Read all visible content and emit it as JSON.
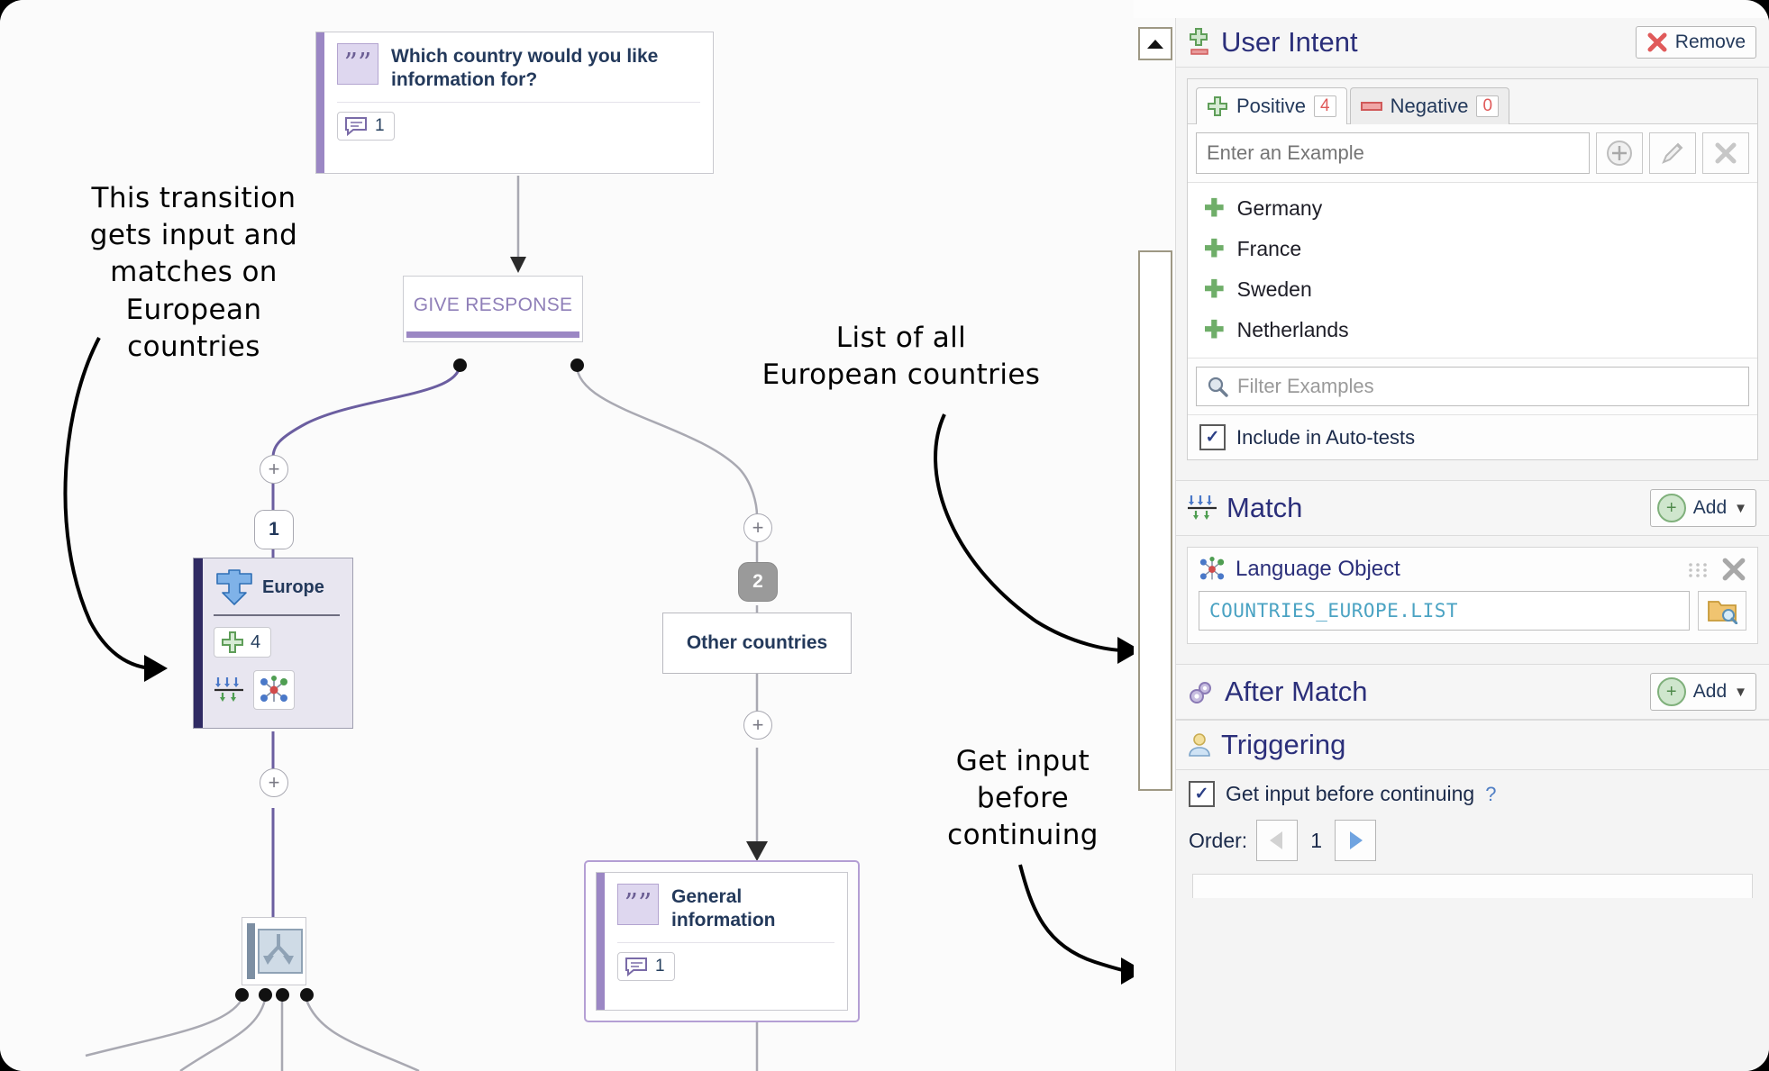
{
  "canvas": {
    "prompt_node": {
      "title": "Which country would you like information for?",
      "icon": "quote-icon",
      "badge_icon": "speech-bubble-icon",
      "badge_count": "1"
    },
    "give_response_node": {
      "label": "GIVE RESPONSE"
    },
    "europe_node": {
      "label": "Europe",
      "icon": "input-arrow-icon",
      "plus_count": "4",
      "match_icon": "match-icon",
      "language_object_icon": "language-object-icon"
    },
    "other_countries_node": {
      "label": "Other countries"
    },
    "general_information_node": {
      "title": "General information",
      "icon": "quote-icon",
      "badge_icon": "speech-bubble-icon",
      "badge_count": "1"
    },
    "split_node": {
      "icon": "split-branch-icon"
    },
    "transition_numbers": {
      "first": "1",
      "second": "2"
    },
    "plus_knobs": [
      "+",
      "+",
      "+",
      "+"
    ]
  },
  "annotations": {
    "left": "This transition\ngets input and\nmatches on\nEuropean\ncountries",
    "middle": "List of all\nEuropean countries",
    "right": "Get input\nbefore\ncontinuing"
  },
  "scrollbar": {
    "up_arrow_icon": "scroll-up-arrow-icon"
  },
  "panel": {
    "user_intent": {
      "title": "User Intent",
      "icon": "plus-minus-icon",
      "remove_label": "Remove",
      "remove_icon": "red-x-icon",
      "tabs": [
        {
          "label": "Positive",
          "count": "4",
          "icon": "green-plus-icon",
          "active": true
        },
        {
          "label": "Negative",
          "count": "0",
          "icon": "red-minus-icon",
          "active": false
        }
      ],
      "example_input_placeholder": "Enter an Example",
      "buttons": [
        {
          "name": "add-example-button",
          "icon": "circle-plus-icon"
        },
        {
          "name": "edit-example-button",
          "icon": "pencil-icon"
        },
        {
          "name": "delete-example-button",
          "icon": "x-icon"
        }
      ],
      "examples": [
        "Germany",
        "France",
        "Sweden",
        "Netherlands"
      ],
      "filter_placeholder": "Filter Examples",
      "filter_icon": "search-icon",
      "auto_tests_label": "Include in Auto-tests",
      "auto_tests_checked": true
    },
    "match": {
      "title": "Match",
      "icon": "match-icon",
      "add_label": "Add",
      "language_object": {
        "title": "Language Object",
        "icon": "language-object-icon",
        "value": "COUNTRIES_EUROPE.LIST",
        "drag_icon": "drag-handle-icon",
        "remove_icon": "x-icon",
        "browse_icon": "folder-search-icon"
      }
    },
    "after_match": {
      "title": "After Match",
      "icon": "gear-icon",
      "add_label": "Add"
    },
    "triggering": {
      "title": "Triggering",
      "icon": "person-icon",
      "get_input_label": "Get input before continuing",
      "get_input_checked": true,
      "help_marker": "?",
      "order_label": "Order:",
      "order_value": "1",
      "prev_icon": "left-triangle-icon",
      "next_icon": "right-triangle-icon"
    }
  },
  "colors": {
    "accent_purple": "#9b87c4",
    "header_blue": "#2b2f7a",
    "green": "#6fae69",
    "red": "#e05a5a"
  }
}
